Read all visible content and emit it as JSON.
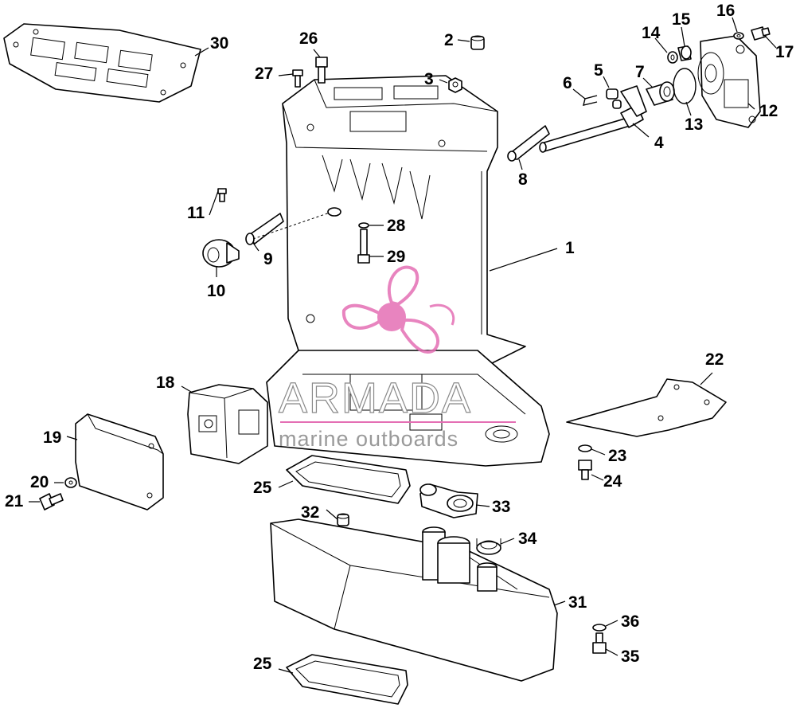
{
  "callouts": [
    {
      "n": "1"
    },
    {
      "n": "2"
    },
    {
      "n": "3"
    },
    {
      "n": "4"
    },
    {
      "n": "5"
    },
    {
      "n": "6"
    },
    {
      "n": "7"
    },
    {
      "n": "8"
    },
    {
      "n": "9"
    },
    {
      "n": "10"
    },
    {
      "n": "11"
    },
    {
      "n": "12"
    },
    {
      "n": "13"
    },
    {
      "n": "14"
    },
    {
      "n": "15"
    },
    {
      "n": "16"
    },
    {
      "n": "17"
    },
    {
      "n": "18"
    },
    {
      "n": "19"
    },
    {
      "n": "20"
    },
    {
      "n": "21"
    },
    {
      "n": "22"
    },
    {
      "n": "23"
    },
    {
      "n": "24"
    },
    {
      "n": "25"
    },
    {
      "n": "25"
    },
    {
      "n": "26"
    },
    {
      "n": "27"
    },
    {
      "n": "28"
    },
    {
      "n": "29"
    },
    {
      "n": "30"
    },
    {
      "n": "31"
    },
    {
      "n": "32"
    },
    {
      "n": "33"
    },
    {
      "n": "34"
    },
    {
      "n": "35"
    },
    {
      "n": "36"
    }
  ],
  "watermark": {
    "brand": "ARMADA",
    "tagline": "marine outboards",
    "logo_color": "#e46fb4",
    "icon": "propeller-logo-icon"
  },
  "colors": {
    "line": "#000000",
    "background": "#ffffff",
    "watermark": "#e46fb4"
  }
}
